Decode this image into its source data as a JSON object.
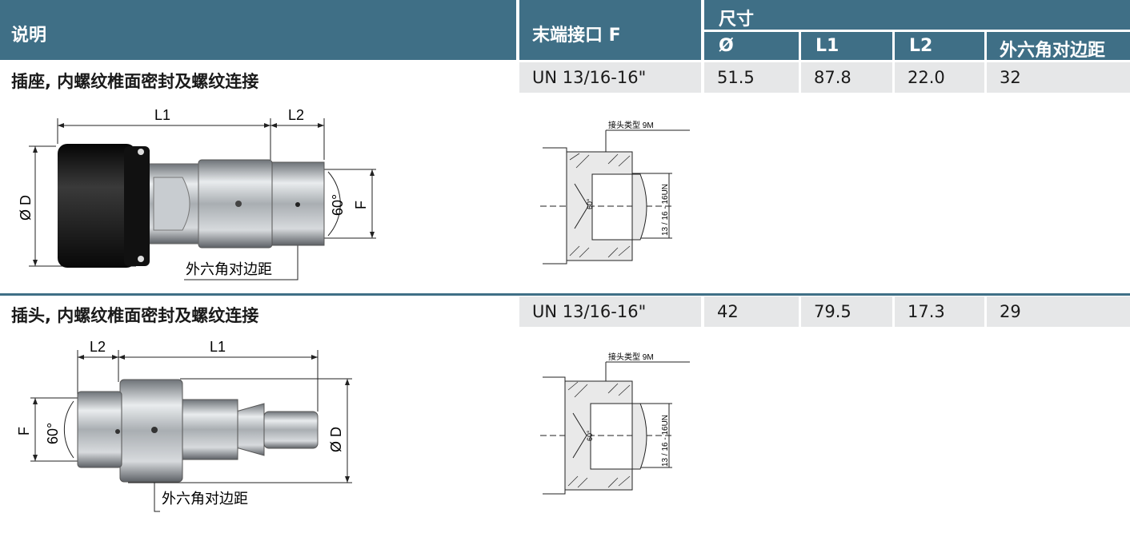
{
  "header": {
    "col_desc": "说明",
    "col_end": "末端接口 F",
    "col_dims": "尺寸",
    "sub_d": "Ø",
    "sub_l1": "L1",
    "sub_l2": "L2",
    "sub_hex": "外六角对边距"
  },
  "rows": [
    {
      "title": "插座, 内螺纹椎面密封及螺纹连接",
      "end": "UN 13/16-16\"",
      "d": "51.5",
      "l1": "87.8",
      "l2": "22.0",
      "hex": "32",
      "drawing": {
        "l1": "L1",
        "l2": "L2",
        "d": "Ø D",
        "f": "F",
        "angle": "60°",
        "hex_label": "外六角对边距"
      },
      "section": {
        "type_label": "接头类型 9M",
        "thread": "13 / 16 - 16UN",
        "angle": "60°"
      }
    },
    {
      "title": "插头, 内螺纹椎面密封及螺纹连接",
      "end": "UN 13/16-16\"",
      "d": "42",
      "l1": "79.5",
      "l2": "17.3",
      "hex": "29",
      "drawing": {
        "l1": "L1",
        "l2": "L2",
        "d": "Ø D",
        "f": "F",
        "angle": "60°",
        "hex_label": "外六角对边距"
      },
      "section": {
        "type_label": "接头类型 9M",
        "thread": "13 / 16 - 16UN",
        "angle": "60°"
      }
    }
  ]
}
